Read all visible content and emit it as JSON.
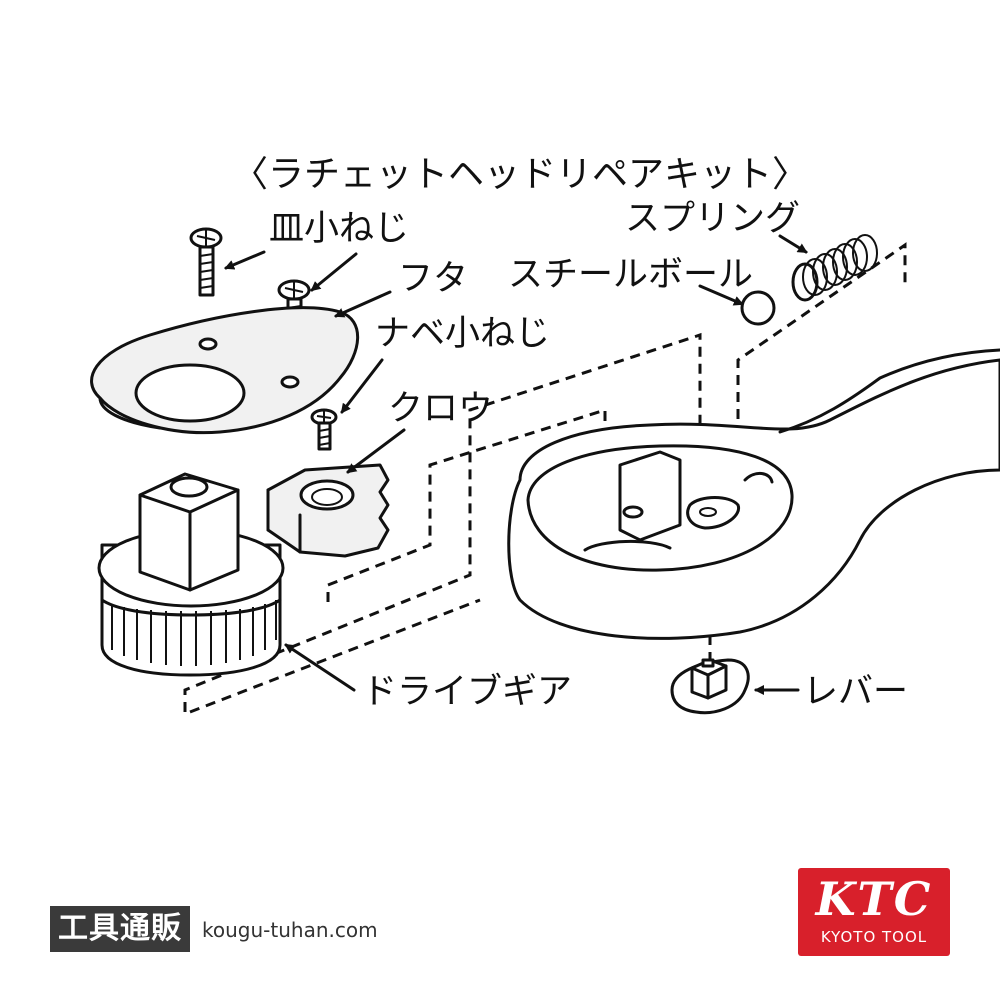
{
  "title": "〈ラチェットヘッドリペアキット〉",
  "labels": {
    "sara_screw": "皿小ねじ",
    "spring": "スプリング",
    "lid": "フタ",
    "steel_ball": "スチールボール",
    "pan_screw": "ナベ小ねじ",
    "pawl": "クロウ",
    "drive_gear": "ドライブギア",
    "lever": "レバー"
  },
  "footer": {
    "shop_name": "工具通販",
    "site": "kougu-tuhan.com"
  },
  "logo": {
    "mark": "KTC",
    "subtitle": "KYOTO TOOL",
    "color": "#d8202b"
  }
}
